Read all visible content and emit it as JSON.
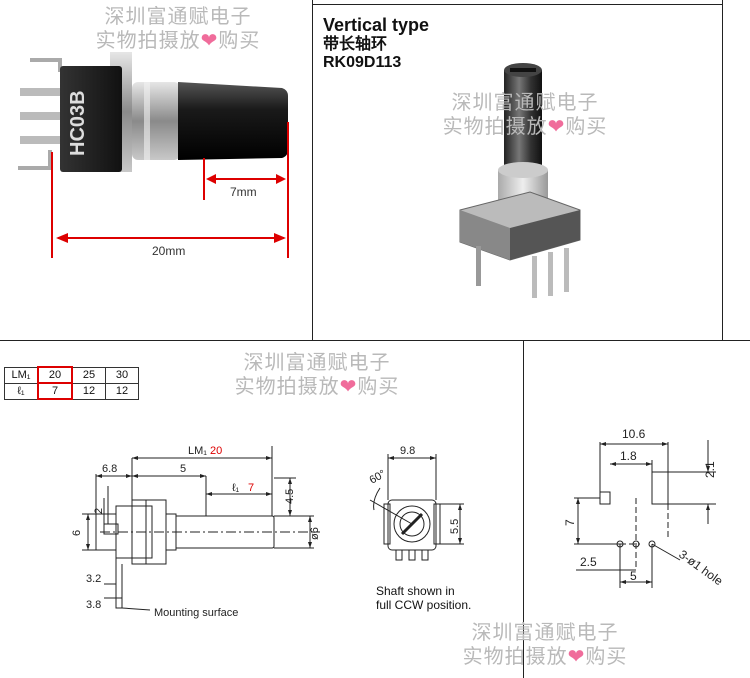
{
  "photo_section": {
    "dim_shaft": "7mm",
    "dim_total": "20mm",
    "part_marking": "HC03B"
  },
  "title_section": {
    "line1": "Vertical type",
    "line2": "带长轴环",
    "line3": "RK09D113"
  },
  "watermark": {
    "line1": "深圳富通赋电子",
    "line2_left": "实物拍摄放",
    "line2_heart": "❤",
    "line2_right": "购买"
  },
  "lm_table": {
    "row1": [
      "LM₁",
      "20",
      "25",
      "30"
    ],
    "row2": [
      "ℓ₁",
      "7",
      "12",
      "12"
    ]
  },
  "side_drawing": {
    "lm_label": "LM₁",
    "lm_value": "20",
    "l_label": "ℓ₁",
    "l_value": "7",
    "d_6_8": "6.8",
    "d_5": "5",
    "d_4_5": "4.5",
    "d_2": "2",
    "d_6": "6",
    "d_phi6": "ø6",
    "d_3_2": "3.2",
    "d_3_8": "3.8",
    "mounting_surface": "Mounting surface"
  },
  "front_drawing": {
    "d_9_8": "9.8",
    "d_angle": "60°",
    "d_5_5": "5.5",
    "caption_line1": "Shaft shown in",
    "caption_line2": "full CCW position."
  },
  "pcb_drawing": {
    "d_10_6": "10.6",
    "d_1_8": "1.8",
    "d_2_1": "2.1",
    "d_7": "7",
    "d_2_5": "2.5",
    "d_5": "5",
    "d_hole": "3-ø1 hole"
  },
  "colors": {
    "accent_red": "#dd0000",
    "watermark_gray": "#b9b9b9",
    "heart_pink": "#f06c9b"
  }
}
